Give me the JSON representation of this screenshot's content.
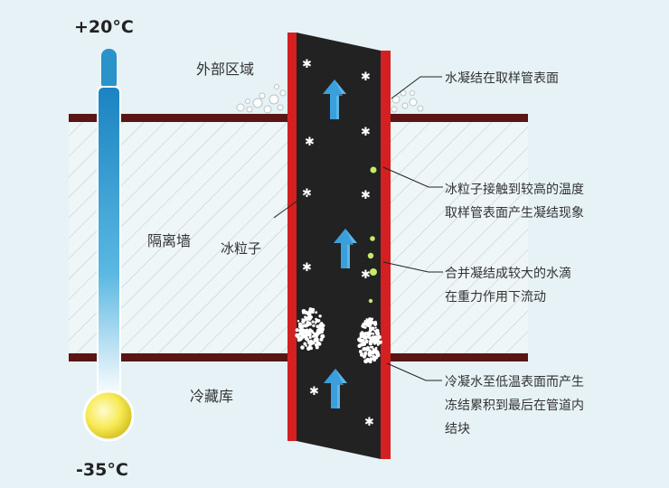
{
  "temperatures": {
    "top": "+20°C",
    "bottom": "-35°C"
  },
  "zones": {
    "outside": "外部区域",
    "wall": "隔离墙",
    "cold_room": "冷藏库"
  },
  "labels": {
    "ice_particles": "冰粒子",
    "condense_surface": "水凝结在取样管表面",
    "contact_line1": "冰粒子接触到较高的温度",
    "contact_line2": "取样管表面产生凝结现象",
    "merge_line1": "合并凝结成较大的水滴",
    "merge_line2": "在重力作用下流动",
    "freeze_line1": "冷凝水至低温表面而产生",
    "freeze_line2": "冻结累积到最后在管道内",
    "freeze_line3": "结块"
  },
  "colors": {
    "background": "#e6f2f6",
    "pipe_wall": "#d42020",
    "pipe_interior": "#222222",
    "slab": "#5a1515",
    "arrow": "#3aa0dc",
    "thermometer": "#2a93c9",
    "bulb": "#f4e23a",
    "droplet": "#c8e86a"
  },
  "icons": {
    "flow_arrow": "arrow-up-icon",
    "particle": "snowflake-icon"
  }
}
